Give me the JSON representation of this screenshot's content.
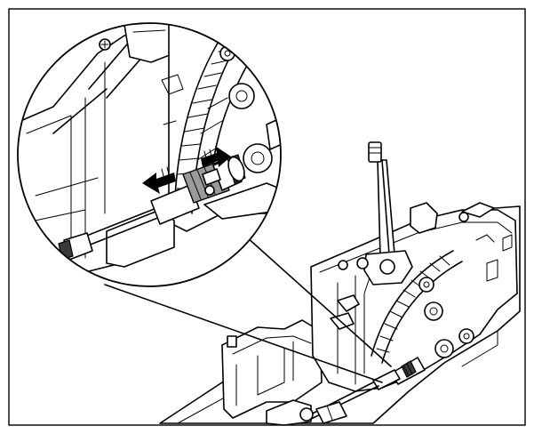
{
  "illustration": {
    "frame_color": "#000000",
    "background_color": "#ffffff",
    "highlight_color": "#9a9a9a",
    "magnifier": "enlarged-detail",
    "arrows": [
      "push-arrow",
      "pull-arrow"
    ]
  }
}
